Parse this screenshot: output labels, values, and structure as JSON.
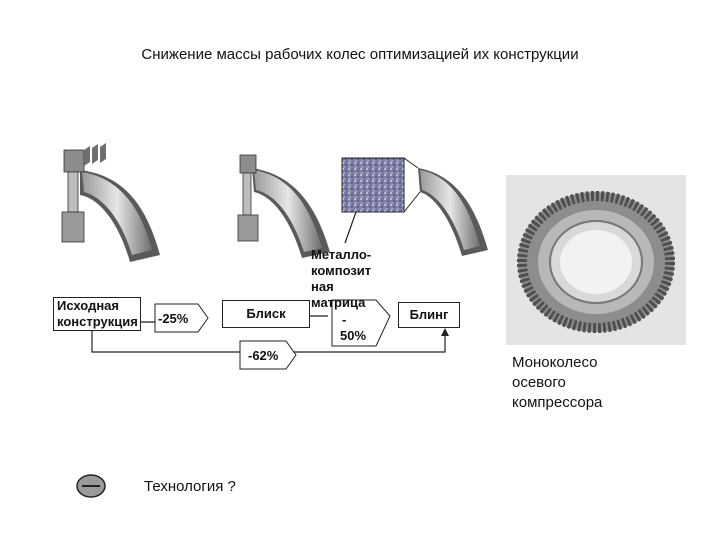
{
  "title": "Снижение массы рабочих колес оптимизацией их конструкции",
  "nodes": {
    "initial": "Исходная конструкция",
    "pct25": "-25%",
    "blisk": "Блиск",
    "mmc_line1": "Металло-",
    "mmc_line2": "композит",
    "mmc_line3": "ная",
    "mmc_line4": "матрица",
    "pct50_dash": "-",
    "pct50": "50%",
    "bling": "Блинг",
    "pct62": "-62%"
  },
  "photo_caption": "Моноколесо осевого компрессора",
  "technology_note": "Технология ?",
  "colors": {
    "line": "#222222",
    "photo_bg": "#e8e8e8"
  }
}
